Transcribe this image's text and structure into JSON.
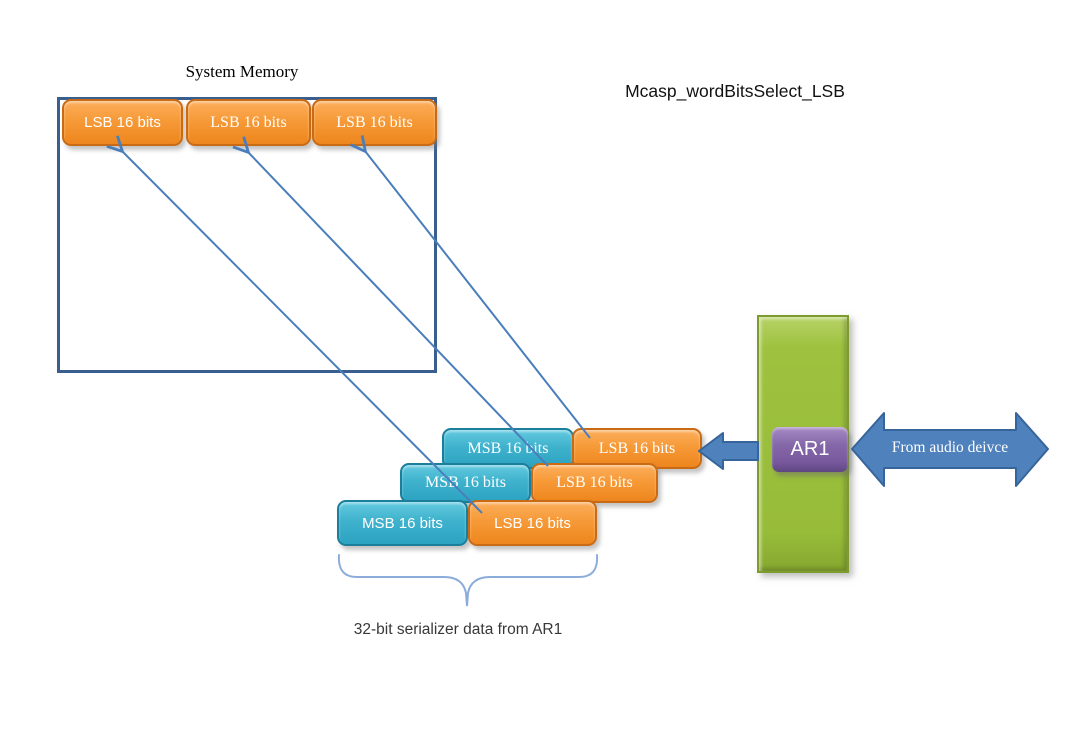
{
  "diagram_title": "Mcasp_wordBitsSelect_LSB",
  "system_memory": {
    "title": "System Memory",
    "blocks": [
      {
        "label": "LSB 16 bits"
      },
      {
        "label": "LSB 16 bits"
      },
      {
        "label": "LSB 16 bits"
      }
    ]
  },
  "serializer_stack": {
    "rows": [
      {
        "msb": "MSB 16 bits",
        "lsb": "LSB 16 bits"
      },
      {
        "msb": "MSB 16 bits",
        "lsb": "LSB 16 bits"
      },
      {
        "msb": "MSB 16 bits",
        "lsb": "LSB 16 bits"
      }
    ],
    "brace_label": "32-bit serializer data from AR1"
  },
  "serializer": {
    "label": "AR1"
  },
  "audio_arrow": {
    "label": "From audio deivce"
  },
  "colors": {
    "lsb_block": "#F69A38",
    "lsb_border": "#C96A15",
    "msb_block": "#3FB2CD",
    "msb_border": "#1B7F9B",
    "memory_box_border": "#3A5F8F",
    "serializer_bar": "#97BC39",
    "ar1_block": "#8467A8",
    "block_arrow_fill": "#4F81BD",
    "block_arrow_border": "#36659B",
    "connector_line": "#4A7EBB",
    "brace": "#8CADDB"
  }
}
